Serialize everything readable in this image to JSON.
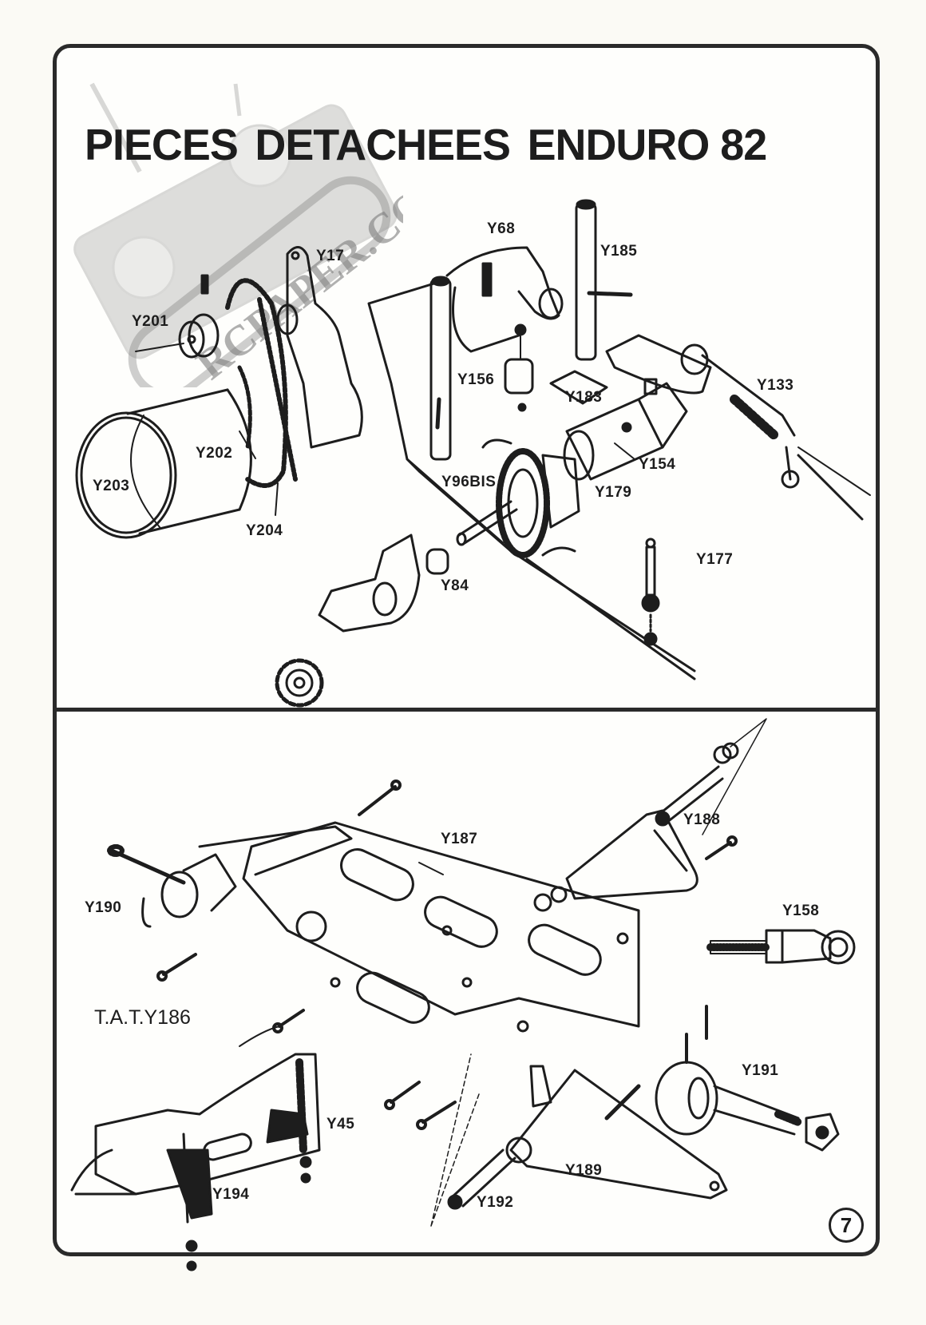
{
  "document": {
    "title_words": [
      "PIECES",
      "DETACHEES",
      "ENDURO 82"
    ],
    "page_number": "7",
    "watermark": "RCPAPER.COM"
  },
  "top_panel": {
    "labels": {
      "y68": "Y68",
      "y185": "Y185",
      "y17": "Y17",
      "y201": "Y201",
      "y156": "Y156",
      "y183": "Y183",
      "y133": "Y133",
      "y202": "Y202",
      "y203": "Y203",
      "y154": "Y154",
      "y96bis": "Y96BIS",
      "y179": "Y179",
      "y204": "Y204",
      "y177": "Y177",
      "y84": "Y84"
    }
  },
  "bottom_panel": {
    "labels": {
      "y187": "Y187",
      "y188": "Y188",
      "y190": "Y190",
      "y158": "Y158",
      "taty186": "T.A.T.Y186",
      "y191": "Y191",
      "y45": "Y45",
      "y189": "Y189",
      "y194": "Y194",
      "y192": "Y192"
    }
  }
}
